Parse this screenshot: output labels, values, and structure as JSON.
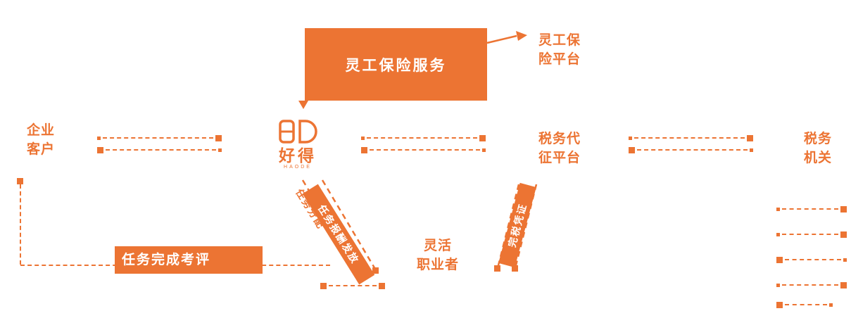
{
  "accent_color": "#EC7433",
  "top_box": {
    "label": "灵工保险服务"
  },
  "nodes": {
    "enterprise": {
      "line1": "企业",
      "line2": "客户"
    },
    "insurance_platform": {
      "line1": "灵工保",
      "line2": "险平台"
    },
    "tax_agency": {
      "line1": "税务代",
      "line2": "征平台"
    },
    "tax_authority": {
      "line1": "税务",
      "line2": "机关"
    },
    "gig_worker": {
      "line1": "灵活",
      "line2": "职业者"
    }
  },
  "logo": {
    "name": "好得",
    "sub": "HAODE"
  },
  "flows": {
    "evaluation": "任务完成考评",
    "task_assign": "任务分配",
    "pay_ribbon": "任务报酬发放",
    "tax_ribbon": "完税凭证"
  }
}
